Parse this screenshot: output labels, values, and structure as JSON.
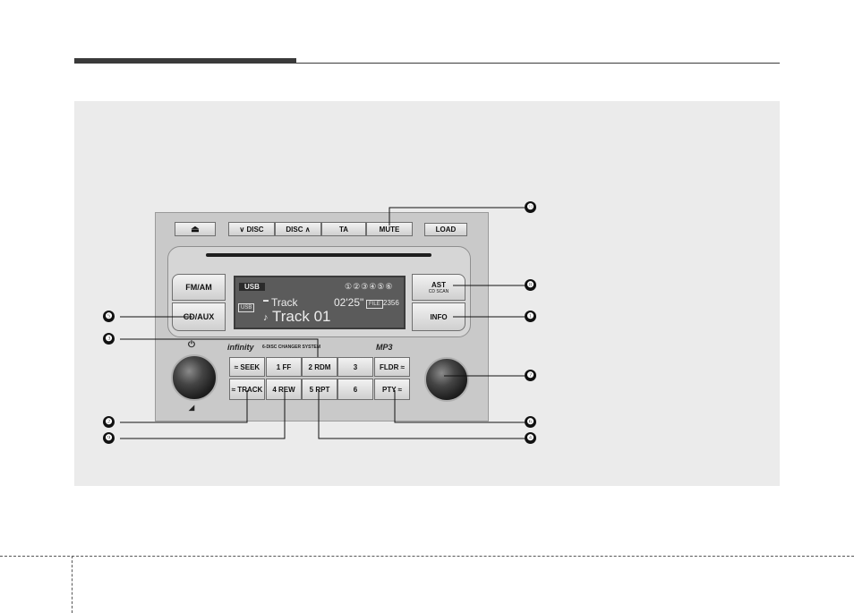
{
  "radio": {
    "top_buttons": {
      "eject": "⏏",
      "disc_down": "∨ DISC",
      "disc_up": "DISC ∧",
      "ta": "TA",
      "mute": "MUTE",
      "load": "LOAD"
    },
    "side_buttons": {
      "fm_am": "FM/AM",
      "cd_aux": "CD/AUX",
      "ast": "AST",
      "ast_sub": "CD SCAN",
      "info": "INFO"
    },
    "display": {
      "source": "USB",
      "disc_indicators": "①②③④⑤⑥",
      "source_icon": "USB",
      "folder_label": "Track",
      "time": "02'25\"",
      "file_tag": "FILE",
      "file_number": "2356",
      "track_title": "Track 01"
    },
    "brand": {
      "logo": "infinity",
      "system_name": "6-DISC CHANGER SYSTEM",
      "badges": "MP3"
    },
    "power_symbol": "⏻",
    "preset_buttons": {
      "seek": "≈ SEEK",
      "track": "≈ TRACK",
      "p1": "1 FF",
      "p2": "2 RDM",
      "p3": "3",
      "p4": "4 REW",
      "p5": "5 RPT",
      "p6": "6",
      "fldr": "FLDR ≈",
      "pty": "PTY ≈"
    }
  },
  "callouts": {
    "c1": "❶",
    "c2": "❷",
    "c3": "❸",
    "c4": "❹",
    "c5": "❺",
    "c6": "❻",
    "c7": "❼",
    "c8": "❽",
    "c9": "❾",
    "c10": "❿"
  }
}
